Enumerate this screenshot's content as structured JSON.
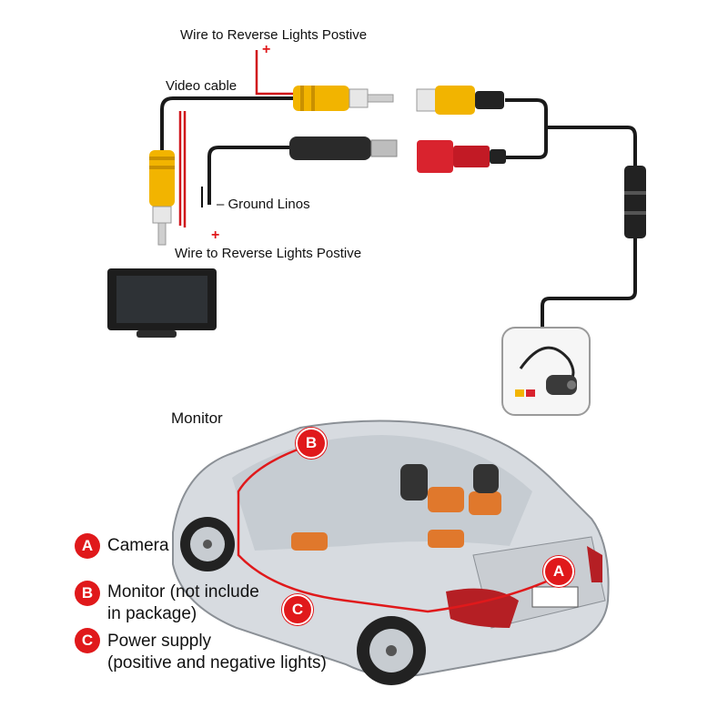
{
  "wiring": {
    "reverse_top": "Wire to Reverse Lights Postive",
    "video_cable": "Video cable",
    "ground": "Ground Linos",
    "reverse_bottom": "Wire to Reverse Lights Postive",
    "plus_symbol": "+",
    "minus_symbol": "–"
  },
  "monitor_heading": "Monitor",
  "legend": [
    {
      "letter": "A",
      "text": "Camera"
    },
    {
      "letter": "B",
      "text": "Monitor (not include\nin package)"
    },
    {
      "letter": "C",
      "text": "Power supply\n(positive and negative lights)"
    }
  ],
  "car_markers": {
    "a": "A",
    "b": "B",
    "c": "C"
  },
  "colors": {
    "accent_red": "#e0191b",
    "rca_yellow": "#f2b400",
    "rca_red": "#d9232e",
    "cable": "#1a1a1a"
  }
}
